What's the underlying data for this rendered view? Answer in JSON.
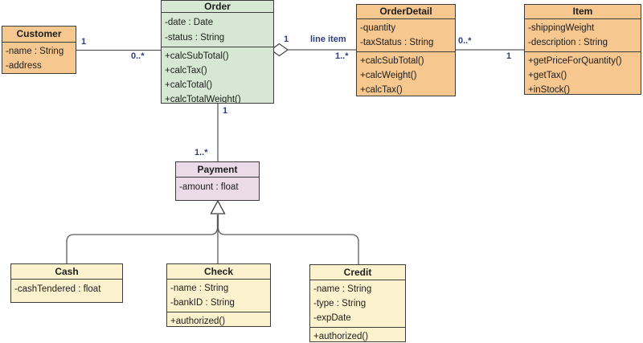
{
  "diagram_type": "uml-class-diagram",
  "colors": {
    "class_orange": "#F7C790",
    "class_green": "#D6E8D3",
    "class_purple": "#EBDAE8",
    "class_yellow": "#FCF2CD",
    "border": "#3c3c3c",
    "connector": "#5c5c5c",
    "edge_label_text": "#2e3d7d",
    "class_text": "#1d1d1d",
    "background": "#ffffff"
  },
  "classes": {
    "customer": {
      "name": "Customer",
      "attributes": [
        "-name : String",
        "-address"
      ],
      "methods": []
    },
    "order": {
      "name": "Order",
      "attributes": [
        "-date : Date",
        "-status : String"
      ],
      "methods": [
        "+calcSubTotal()",
        "+calcTax()",
        "+calcTotal()",
        "+calcTotalWeight()"
      ]
    },
    "orderDetail": {
      "name": "OrderDetail",
      "attributes": [
        "-quantity",
        "-taxStatus : String"
      ],
      "methods": [
        "+calcSubTotal()",
        "+calcWeight()",
        "+calcTax()"
      ]
    },
    "item": {
      "name": "Item",
      "attributes": [
        "-shippingWeight",
        "-description : String"
      ],
      "methods": [
        "+getPriceForQuantity()",
        "+getTax()",
        "+inStock()"
      ]
    },
    "payment": {
      "name": "Payment",
      "attributes": [
        "-amount : float"
      ],
      "methods": []
    },
    "cash": {
      "name": "Cash",
      "attributes": [
        "-cashTendered : float"
      ],
      "methods": []
    },
    "check": {
      "name": "Check",
      "attributes": [
        "-name : String",
        "-bankID : String"
      ],
      "methods": [
        "+authorized()"
      ]
    },
    "credit": {
      "name": "Credit",
      "attributes": [
        "-name : String",
        "-type : String",
        "-expDate"
      ],
      "methods": [
        "+authorized()"
      ]
    }
  },
  "edges": {
    "customer_order": {
      "near_customer": "1",
      "near_order": "0..*"
    },
    "order_orderdetail": {
      "near_order": "1",
      "name": "line item",
      "near_orderdetail": "1..*"
    },
    "orderdetail_item": {
      "near_orderdetail": "0..*",
      "near_item": "1"
    },
    "order_payment": {
      "near_order": "1",
      "near_payment": "1..*"
    }
  }
}
